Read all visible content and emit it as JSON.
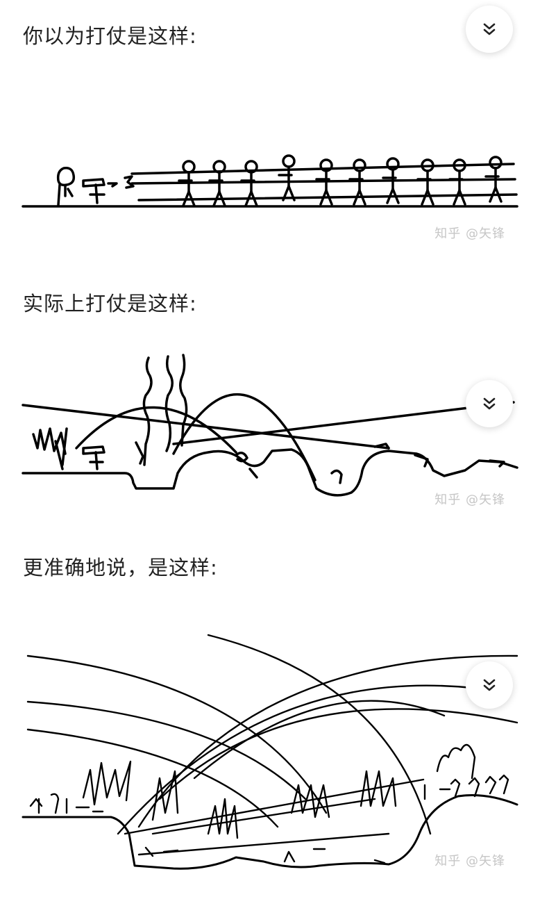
{
  "sections": [
    {
      "caption": "你以为打仗是这样:",
      "watermark": "知乎 @矢锋"
    },
    {
      "caption": "实际上打仗是这样:",
      "watermark": "知乎 @矢锋"
    },
    {
      "caption": "更准确地说，是这样:",
      "watermark": "知乎 @矢锋"
    }
  ],
  "collapse_button": {
    "icon": "double-chevron-down-icon"
  },
  "colors": {
    "ink": "#000000",
    "text": "#222222",
    "watermark": "#c6c6c6"
  }
}
